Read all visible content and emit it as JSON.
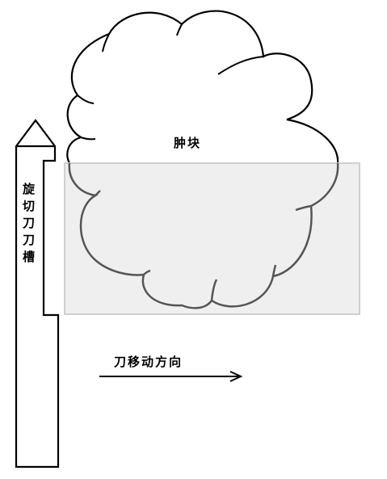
{
  "labels": {
    "tumor": "肿块",
    "blade_slot": "旋切刀刀槽",
    "direction": "刀移动方向"
  },
  "colors": {
    "outline": "#000000",
    "inner_outline": "#555555",
    "window_fill": "#efefef",
    "window_border": "#cfcfcf"
  },
  "icons": {
    "arrow": "arrow-right-icon"
  }
}
